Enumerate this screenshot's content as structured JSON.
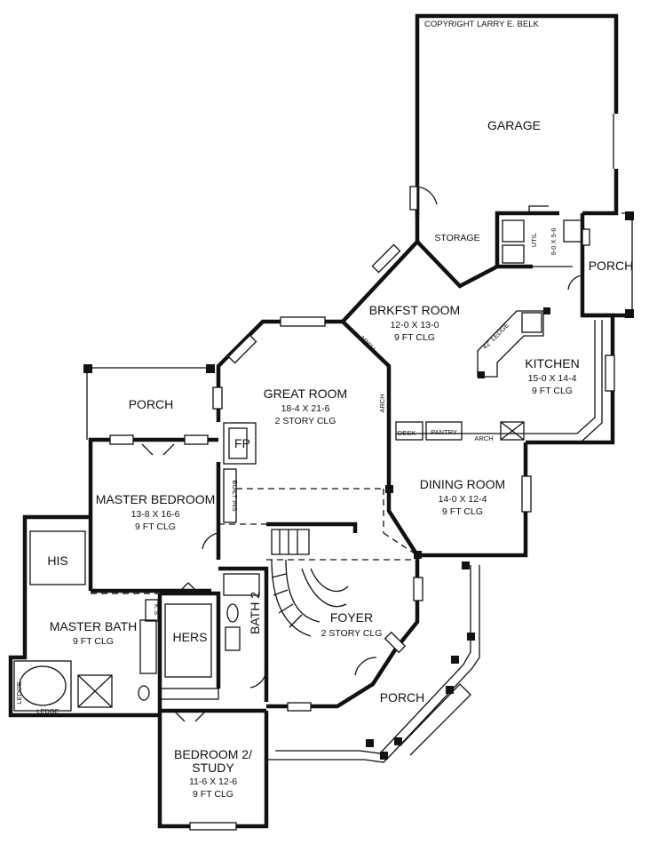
{
  "copyright": "COPYRIGHT LARRY E. BELK",
  "rooms": {
    "garage": {
      "name": "GARAGE"
    },
    "storage": {
      "name": "STORAGE"
    },
    "util": {
      "name": "UTIL"
    },
    "util_dim": {
      "name": "9-0 X 5-6"
    },
    "porch_east": {
      "name": "PORCH"
    },
    "breakfast": {
      "name": "BRKFST ROOM",
      "dims": "12-0 X 13-0",
      "ceiling": "9 FT CLG"
    },
    "kitchen": {
      "name": "KITCHEN",
      "dims": "15-0 X 14-4",
      "ceiling": "9 FT CLG"
    },
    "great_room": {
      "name": "GREAT ROOM",
      "dims": "18-4 X 21-6",
      "ceiling": "2 STORY CLG"
    },
    "porch_rear": {
      "name": "PORCH"
    },
    "master_bedroom": {
      "name": "MASTER BEDROOM",
      "dims": "13-8 X 16-6",
      "ceiling": "9 FT CLG"
    },
    "dining": {
      "name": "DINING ROOM",
      "dims": "14-0 X 12-4",
      "ceiling": "9 FT CLG"
    },
    "his": {
      "name": "HIS"
    },
    "hers": {
      "name": "HERS"
    },
    "master_bath": {
      "name": "MASTER BATH",
      "ceiling": "9 FT CLG"
    },
    "bath2": {
      "name": "BATH 2"
    },
    "foyer": {
      "name": "FOYER",
      "ceiling": "2 STORY CLG"
    },
    "porch_front": {
      "name": "PORCH"
    },
    "bedroom2": {
      "name_line1": "BEDROOM 2/",
      "name_line2": "STUDY",
      "dims": "11-6 X 12-6",
      "ceiling": "9 FT CLG"
    }
  },
  "labels": {
    "arch": "ARCH",
    "fp": "FP",
    "desk": "DESK",
    "pantry": "PANTRY",
    "built_ins": "BUILT INS",
    "ks": "K.S.",
    "ledge": "LEDGE",
    "ledge_42": "42\" LEDGE"
  }
}
